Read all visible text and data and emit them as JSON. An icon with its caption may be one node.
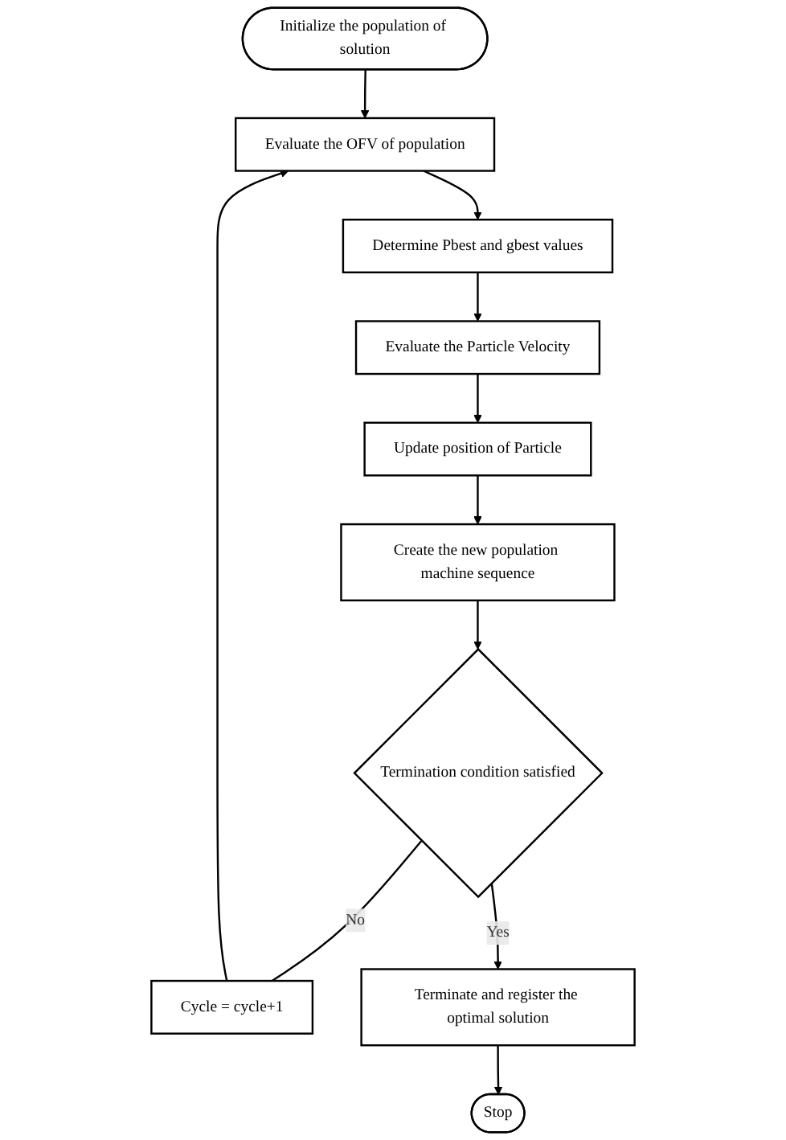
{
  "diagram": {
    "nodes": [
      {
        "text": [
          "Initialize the population of solution"
        ]
      },
      {
        "text": [
          "Evaluate the OFV of population"
        ]
      },
      {
        "text": [
          "Determine Pbest and gbest values"
        ]
      },
      {
        "text": [
          "Evaluate the Particle Velocity"
        ]
      },
      {
        "text": [
          "Update position of Particle"
        ]
      },
      {
        "text": [
          "Create the new population machine sequence"
        ]
      },
      {
        "text": [
          "Termination condition satisfied"
        ]
      },
      {
        "text": [
          "Cycle = cycle+1"
        ]
      },
      {
        "text": [
          "Terminate and register the optimal solution"
        ]
      },
      {
        "text": [
          "Stop"
        ]
      }
    ],
    "edges": [
      {
        "from": 0,
        "to": 1,
        "arrow": "to"
      },
      {
        "from": 1,
        "to": 2,
        "arrow": "to"
      },
      {
        "from": 2,
        "to": 3,
        "arrow": "to"
      },
      {
        "from": 3,
        "to": 4,
        "arrow": "to"
      },
      {
        "from": 4,
        "to": 5,
        "arrow": "to"
      },
      {
        "from": 5,
        "to": 6,
        "arrow": "to"
      },
      {
        "from": 6,
        "to": 7,
        "label": "No",
        "arrow": "none"
      },
      {
        "from": 7,
        "to": 1,
        "arrow": "to"
      },
      {
        "from": 6,
        "to": 8,
        "label": "Yes",
        "arrow": "to"
      },
      {
        "from": 8,
        "to": 9,
        "arrow": "to"
      }
    ]
  }
}
